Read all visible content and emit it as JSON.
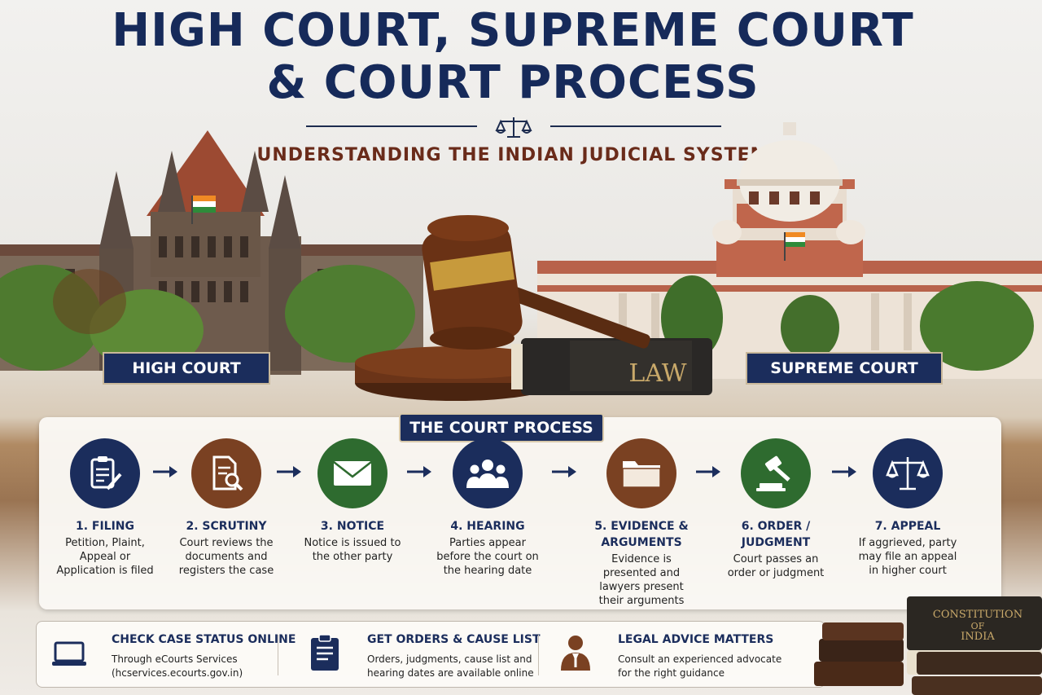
{
  "header": {
    "title_line1": "HIGH COURT, SUPREME COURT",
    "title_line2": "& COURT PROCESS",
    "subtitle": "UNDERSTANDING THE INDIAN JUDICIAL SYSTEM"
  },
  "labels": {
    "high_court": "HIGH COURT",
    "supreme_court": "SUPREME COURT",
    "book_spine": "LAW",
    "constitution_line1": "CONSTITUTION",
    "constitution_line2": "OF",
    "constitution_line3": "INDIA"
  },
  "process": {
    "title": "THE COURT PROCESS",
    "steps": [
      {
        "name": "1. FILING",
        "desc": "Petition, Plaint, Appeal or Application is filed",
        "icon": "clipboard-pen-icon",
        "color": "navy"
      },
      {
        "name": "2. SCRUTINY",
        "desc": "Court reviews the documents and registers the case",
        "icon": "document-search-icon",
        "color": "brown"
      },
      {
        "name": "3. NOTICE",
        "desc": "Notice is issued to the other party",
        "icon": "envelope-icon",
        "color": "green"
      },
      {
        "name": "4. HEARING",
        "desc": "Parties appear before the court on the hearing date",
        "icon": "people-icon",
        "color": "navy"
      },
      {
        "name": "5. EVIDENCE & ARGUMENTS",
        "desc": "Evidence is presented and lawyers present their arguments",
        "icon": "folder-icon",
        "color": "brown"
      },
      {
        "name": "6. ORDER / JUDGMENT",
        "desc": "Court passes an order or judgment",
        "icon": "gavel-icon",
        "color": "green"
      },
      {
        "name": "7. APPEAL",
        "desc": "If aggrieved, party may file an appeal in higher court",
        "icon": "scales-icon",
        "color": "navy"
      }
    ]
  },
  "info": {
    "items": [
      {
        "head": "CHECK CASE STATUS ONLINE",
        "line1": "Through eCourts Services",
        "line2": "(hcservices.ecourts.gov.in)",
        "icon": "laptop-icon"
      },
      {
        "head": "GET ORDERS & CAUSE LIST",
        "line1": "Orders, judgments, cause list and",
        "line2": "hearing dates are available online",
        "icon": "clipboard-icon"
      },
      {
        "head": "LEGAL ADVICE MATTERS",
        "line1": "Consult an experienced advocate",
        "line2": "for the right guidance",
        "icon": "advocate-icon"
      }
    ]
  },
  "colors": {
    "navy": "#1b2d5c",
    "brown": "#7a4122",
    "green": "#2e6b2f",
    "subtitle": "#6a2b1a"
  }
}
